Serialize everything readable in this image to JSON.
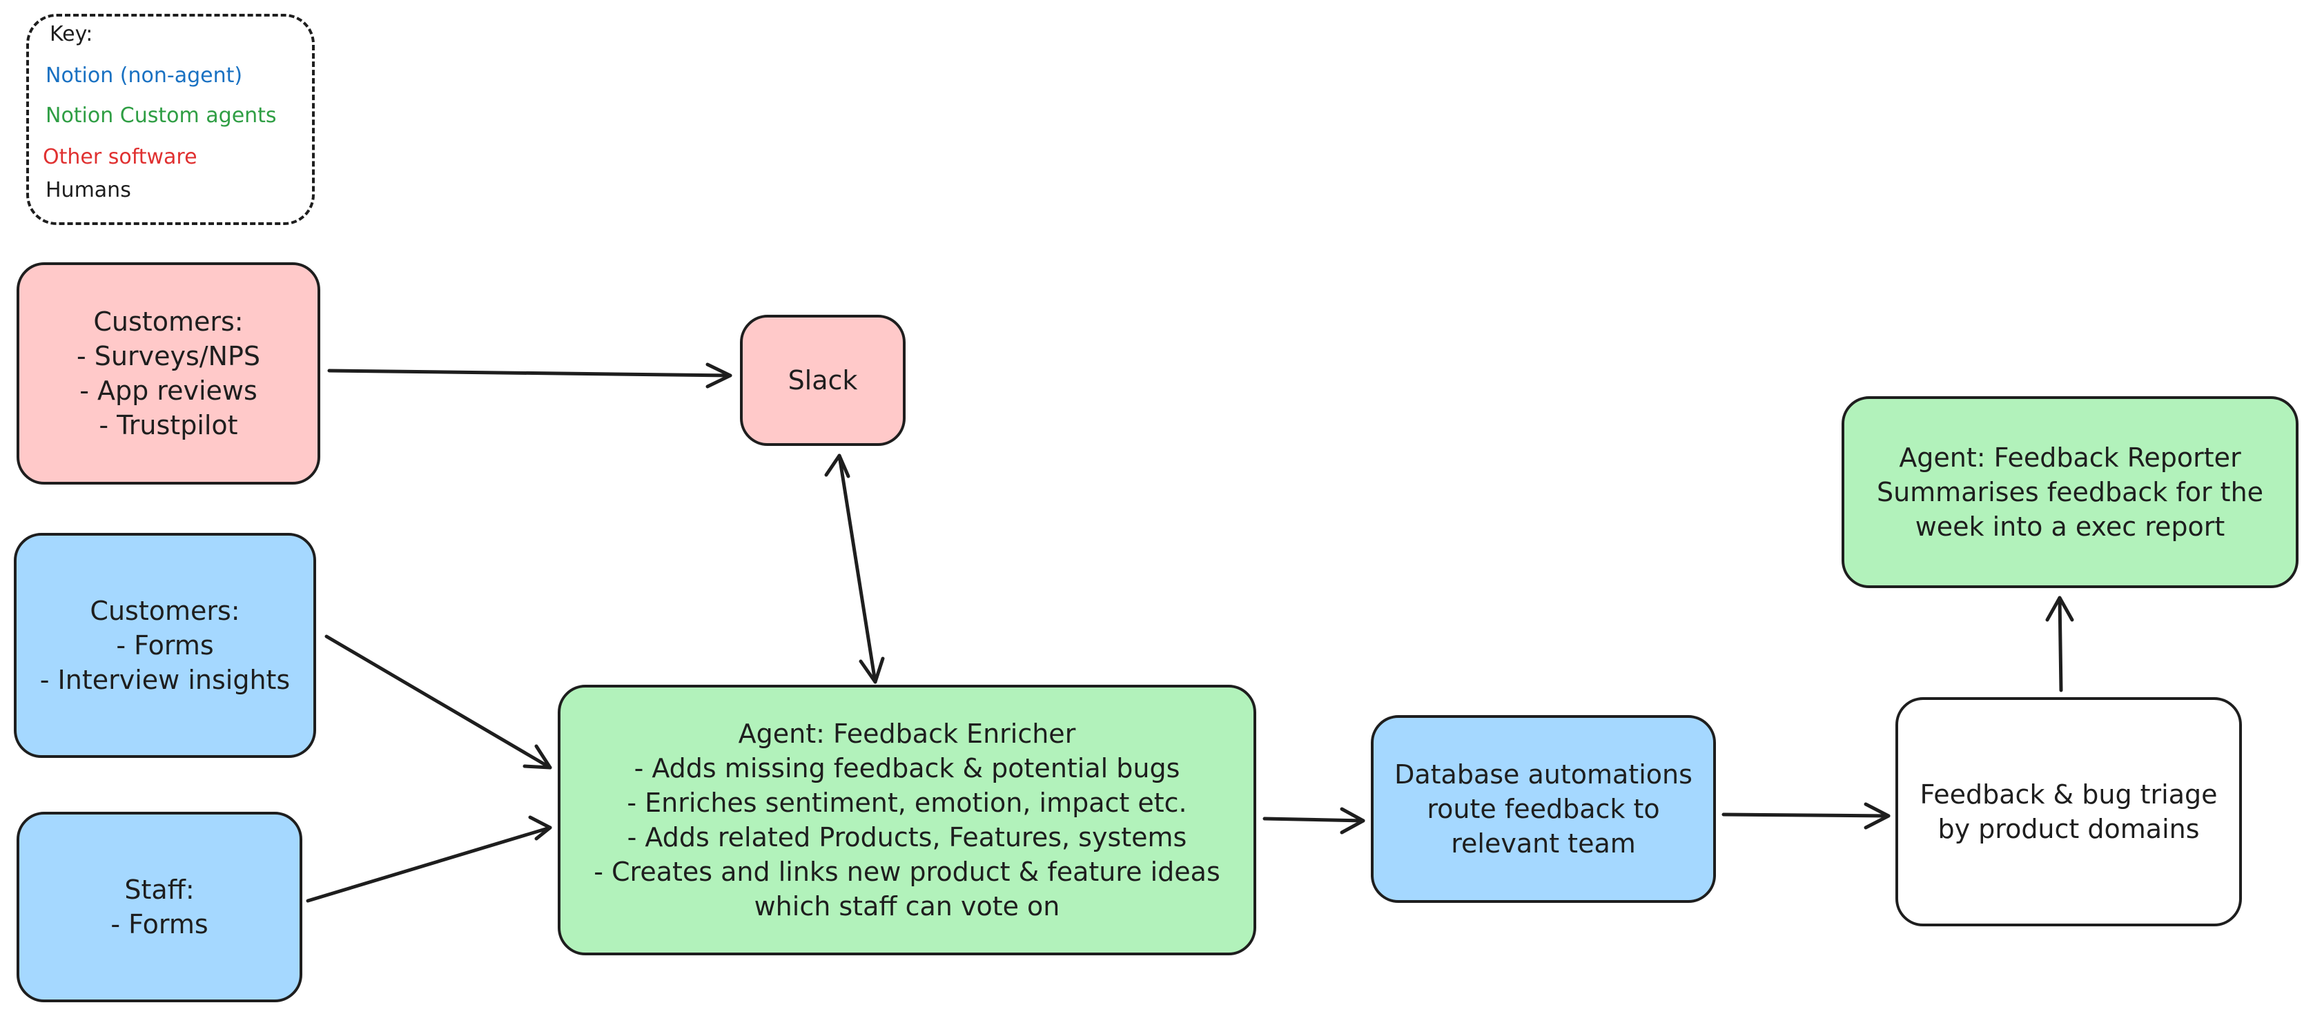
{
  "legend": {
    "title": "Key:",
    "entries": [
      {
        "label": "Notion (non-agent)",
        "color": "#1971c2"
      },
      {
        "label": "Notion Custom agents",
        "color": "#2f9e44"
      },
      {
        "label": "Other software",
        "color": "#e03131"
      },
      {
        "label": "Humans",
        "color": "#1e1e1e"
      }
    ]
  },
  "nodes": {
    "customers_surveys": {
      "lines": [
        "Customers:",
        "- Surveys/NPS",
        "- App reviews",
        "- Trustpilot"
      ]
    },
    "customers_forms": {
      "lines": [
        "Customers:",
        "- Forms",
        "- Interview insights"
      ]
    },
    "staff_forms": {
      "lines": [
        "Staff:",
        "- Forms"
      ]
    },
    "slack": {
      "lines": [
        "Slack"
      ]
    },
    "feedback_enricher": {
      "lines": [
        "Agent: Feedback Enricher",
        "- Adds missing feedback & potential bugs",
        "- Enriches sentiment, emotion, impact etc.",
        "- Adds related Products, Features, systems",
        "- Creates and links new product & feature ideas",
        "which staff can vote on"
      ]
    },
    "database_automations": {
      "lines": [
        "Database automations",
        "route feedback to",
        "relevant team"
      ]
    },
    "triage": {
      "lines": [
        "Feedback & bug triage",
        "by product domains"
      ]
    },
    "feedback_reporter": {
      "lines": [
        "Agent: Feedback Reporter",
        "Summarises feedback for the",
        "week into a exec report"
      ]
    }
  },
  "colors": {
    "other_software_fill": "#ffc9c9",
    "notion_non_agent_fill": "#a5d8ff",
    "notion_agent_fill": "#b2f2bb",
    "human_fill": "#ffffff",
    "stroke": "#1e1e1e"
  }
}
